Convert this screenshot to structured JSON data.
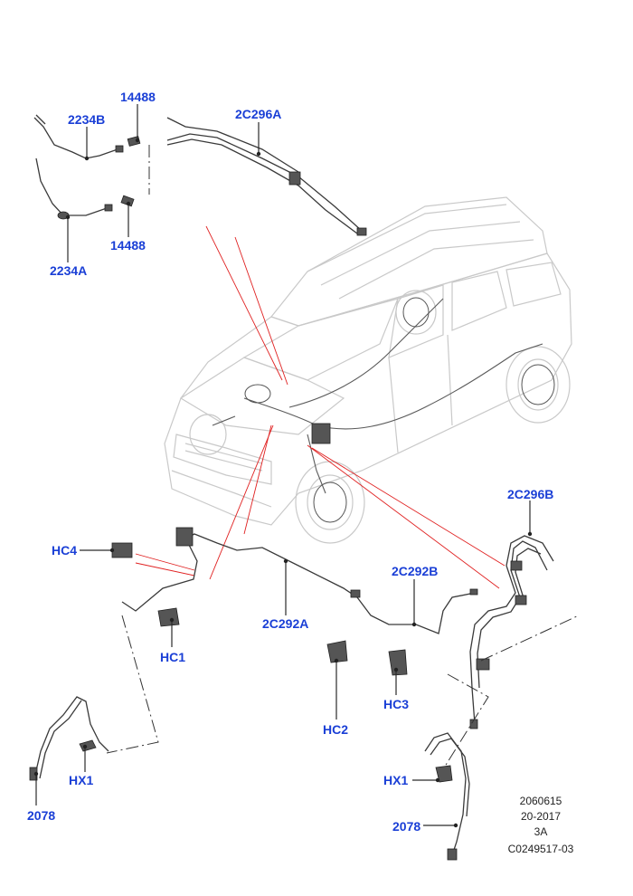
{
  "callouts": {
    "c2234B": "2234B",
    "c14488_top": "14488",
    "c2C296A": "2C296A",
    "c14488_bottom": "14488",
    "c2234A": "2234A",
    "c2C296B": "2C296B",
    "cHC4": "HC4",
    "c2C292B": "2C292B",
    "c2C292A": "2C292A",
    "cHC1": "HC1",
    "cHC2": "HC2",
    "cHC3": "HC3",
    "cHX1_left": "HX1",
    "c2078_left": "2078",
    "cHX1_right": "HX1",
    "c2078_right": "2078"
  },
  "reference": {
    "line1": "2060615",
    "line2": "20-2017",
    "line3": "3A",
    "line4": "C0249517-03"
  },
  "colors": {
    "callout": "#1a3fd6",
    "leader_red": "#e02020",
    "car_outline": "#c9c9c9"
  }
}
